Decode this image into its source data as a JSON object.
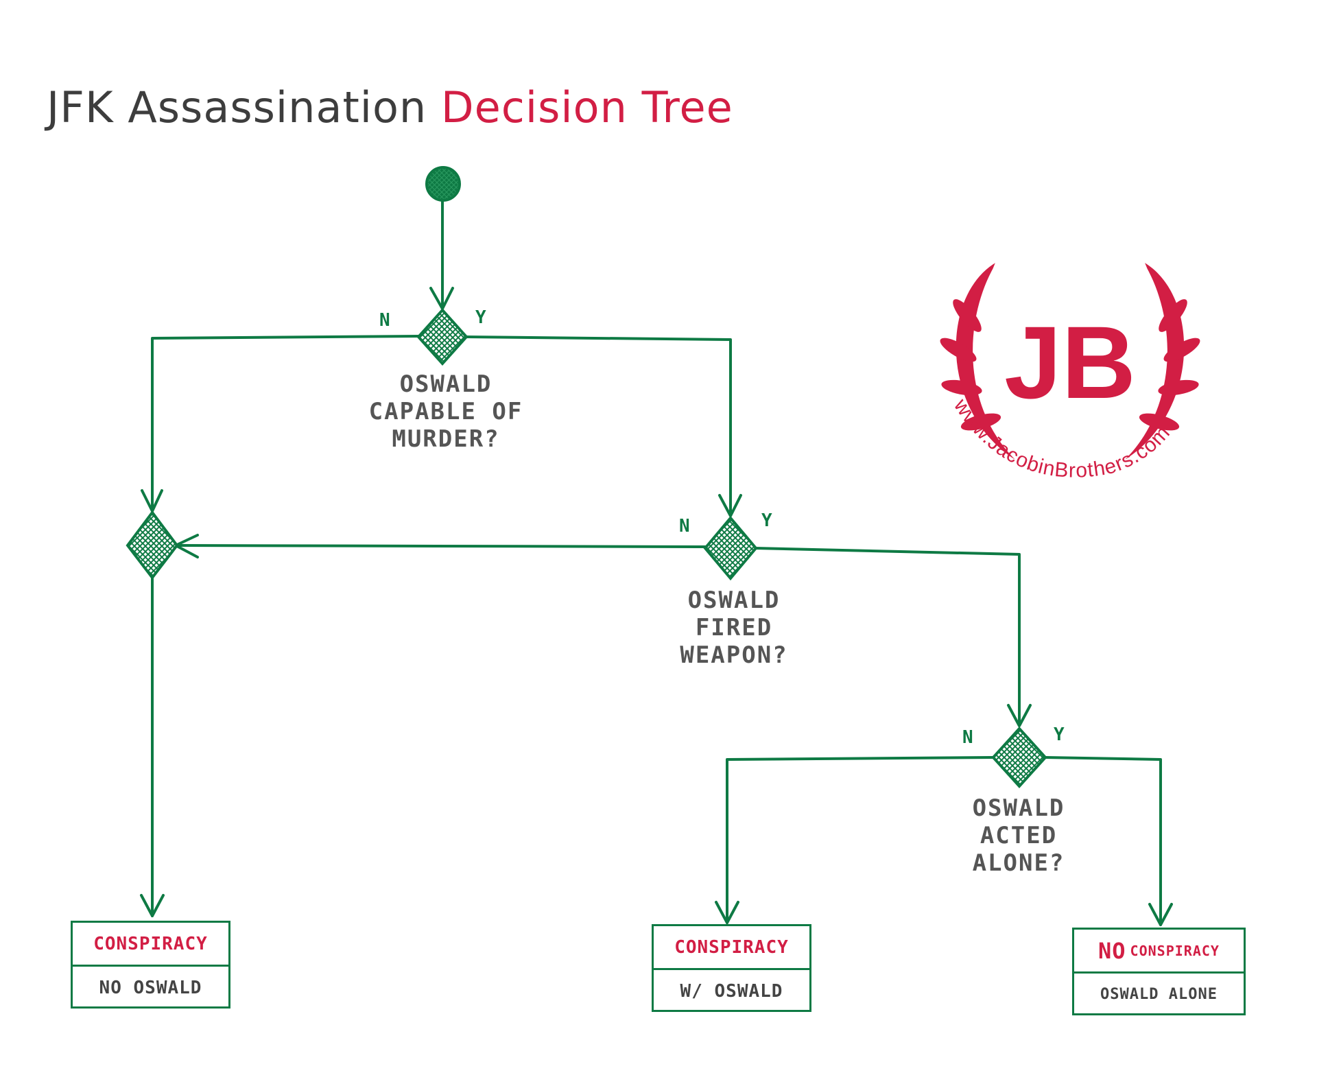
{
  "title": {
    "part1": "JFK Assassination",
    "part2": "Decision Tree"
  },
  "colors": {
    "line": "#0e7a44",
    "accent": "#d21e44",
    "text": "#555555"
  },
  "questions": [
    {
      "id": "q1",
      "text": "OSWALD\nCAPABLE OF\nMURDER?",
      "no": "N",
      "yes": "Y"
    },
    {
      "id": "q2",
      "text": "OSWALD\nFIRED\nWEAPON?",
      "no": "N",
      "yes": "Y"
    },
    {
      "id": "q3",
      "text": "OSWALD\nACTED\nALONE?",
      "no": "N",
      "yes": "Y"
    }
  ],
  "outcomes": [
    {
      "id": "o1",
      "top": "CONSPIRACY",
      "bottom": "NO OSWALD"
    },
    {
      "id": "o2",
      "top": "CONSPIRACY",
      "bottom": "W/ OSWALD"
    },
    {
      "id": "o3",
      "top_lead": "NO",
      "top_rest": "CONSPIRACY",
      "bottom": "OSWALD ALONE"
    }
  ],
  "logo": {
    "monogram": "JB",
    "url": "www.JacobinBrothers.com",
    "icon": "laurel-wreath-icon"
  }
}
